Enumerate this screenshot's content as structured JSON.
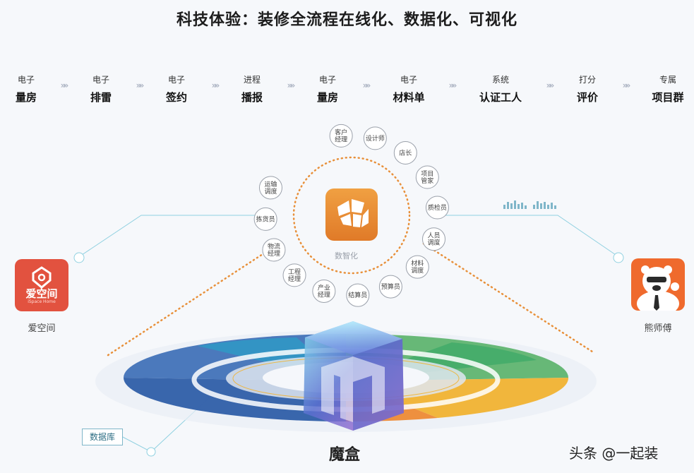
{
  "title": "科技体验：装修全流程在线化、数据化、可视化",
  "steps": [
    {
      "top": "电子",
      "bottom": "量房"
    },
    {
      "top": "电子",
      "bottom": "排雷"
    },
    {
      "top": "电子",
      "bottom": "签约"
    },
    {
      "top": "进程",
      "bottom": "播报"
    },
    {
      "top": "电子",
      "bottom": "量房"
    },
    {
      "top": "电子",
      "bottom": "材料单"
    },
    {
      "top": "系统",
      "bottom": "认证工人"
    },
    {
      "top": "打分",
      "bottom": "评价"
    },
    {
      "top": "专属",
      "bottom": "项目群"
    }
  ],
  "step_arrow": "»»",
  "roles": [
    "客户\n经理",
    "设计师",
    "店长",
    "项目\n管家",
    "质检员",
    "人员\n调度",
    "材料\n调度",
    "预算员",
    "结算员",
    "产业\n经理",
    "工程\n经理",
    "物流\n经理",
    "拣货员",
    "运输\n调度"
  ],
  "center_caption": "数智化",
  "left_app": {
    "name": "爱空间",
    "logo_text": "爱空间",
    "logo_sub": "iSpace Home"
  },
  "right_app": {
    "name": "熊师傅"
  },
  "database_label": "数据库",
  "cube_label": "魔盒",
  "watermark": "头条 @一起装",
  "colors": {
    "accent_orange": "#e8903a",
    "left_app_red": "#e2523f",
    "right_app_orange": "#ef6a2d",
    "ring_blue": "#3d6fb6",
    "ring_green": "#5bb36b",
    "ring_yellow": "#f1b232",
    "ring_orange": "#ee8a35"
  }
}
